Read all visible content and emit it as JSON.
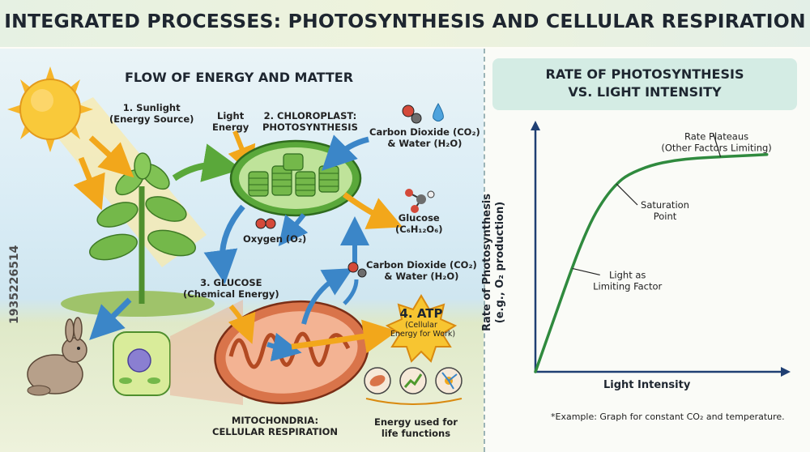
{
  "title": "INTEGRATED PROCESSES: PHOTOSYNTHESIS AND CELLULAR RESPIRATION",
  "left": {
    "heading": "FLOW OF ENERGY AND MATTER",
    "sunlight": [
      "1. Sunlight",
      "(Energy Source)"
    ],
    "light_energy": [
      "Light",
      "Energy"
    ],
    "chloroplast": [
      "2. CHLOROPLAST:",
      "PHOTOSYNTHESIS"
    ],
    "co2_water_top": [
      "Carbon Dioxide (CO₂)",
      "& Water (H₂O)"
    ],
    "glucose_formula": [
      "Glucose",
      "(C₆H₁₂O₆)"
    ],
    "oxygen": "Oxygen (O₂)",
    "glucose_chem": [
      "3. GLUCOSE",
      "(Chemical Energy)"
    ],
    "co2_water_mid": [
      "Carbon Dioxide (CO₂)",
      "& Water (H₂O)"
    ],
    "atp": [
      "4. ATP",
      "(Cellular",
      "Energy for Work)"
    ],
    "mitochondria": [
      "MITOCHONDRIA:",
      "CELLULAR RESPIRATION"
    ],
    "energy_used": [
      "Energy used for",
      "life functions"
    ],
    "watermark_id": "1935226514",
    "icons": [
      "sun-icon",
      "plant-icon",
      "rabbit-icon",
      "plant-cell-icon",
      "chloroplast-icon",
      "mitochondrion-icon",
      "atp-burst-icon",
      "muscle-icon",
      "growth-chart-icon",
      "neuron-icon",
      "water-drop-icon",
      "molecule-icon"
    ],
    "colors": {
      "sun": "#f7c531",
      "leaf": "#6db33f",
      "arrow_blue": "#3b86c8",
      "arrow_orange": "#f2a71b",
      "mito": "#d9744a",
      "chloro": "#74b84a"
    }
  },
  "right": {
    "heading": [
      "RATE OF PHOTOSYNTHESIS",
      "VS. LIGHT INTENSITY"
    ],
    "footnote": "*Example: Graph for constant CO₂ and temperature."
  },
  "chart_data": {
    "type": "line",
    "title": "RATE OF PHOTOSYNTHESIS VS. LIGHT INTENSITY",
    "xlabel": "Light Intensity",
    "ylabel": "Rate of Photosynthesis (e.g., O₂ production)",
    "series": [
      {
        "name": "",
        "color": "#2f8a3e",
        "x": [
          0,
          5,
          10,
          15,
          20,
          25,
          30,
          35,
          40,
          50,
          60,
          70,
          80,
          90,
          100
        ],
        "y": [
          0,
          14,
          28,
          42,
          55,
          66,
          74,
          80,
          84,
          88,
          90,
          91,
          91.5,
          92,
          92.5
        ]
      }
    ],
    "xlim": [
      0,
      105
    ],
    "ylim": [
      0,
      100
    ],
    "annotations": [
      {
        "text": [
          "Light as",
          "Limiting Factor"
        ],
        "x": 16,
        "y": 44
      },
      {
        "text": [
          "Saturation",
          "Point"
        ],
        "x": 35,
        "y": 80
      },
      {
        "text": [
          "Rate Plateaus",
          "(Other Factors Limiting)"
        ],
        "x": 80,
        "y": 91.5
      }
    ],
    "grid": false
  }
}
